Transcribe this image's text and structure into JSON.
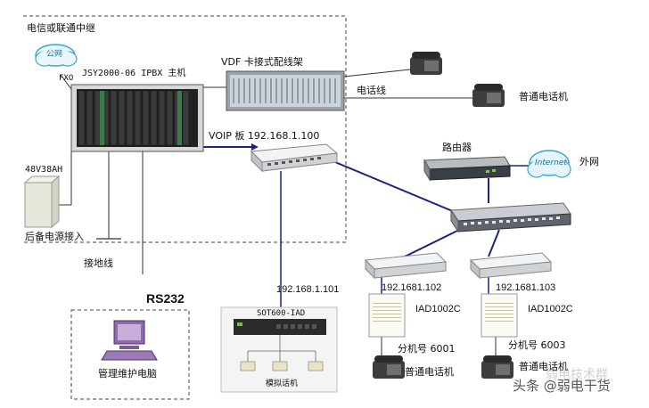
{
  "labels": {
    "trunk": "电信或联通中继",
    "pstn": "公网",
    "fxo": "FXO",
    "ipbx": "JSY2000-06 IPBX 主机",
    "vdf": "VDF 卡接式配线架",
    "phone_line": "电话线",
    "normal_phone_top": "普通电话机",
    "voip": "VOIP 板  192.168.1.100",
    "router": "路由器",
    "internet": "Internet",
    "wan": "外网",
    "battery": "48V38AH",
    "backup_power": "后备电源接入",
    "ground": "接地线",
    "rs232": "RS232",
    "mgmt_pc": "管理维护电脑",
    "ip_sot": "192.168.1.101",
    "sot_device": "SOT600-IAD",
    "analog_phone": "模拟话机",
    "ip_left": "192.1681.102",
    "ip_right": "192.1681.103",
    "iad_left": "IAD1002C",
    "iad_right": "IAD1002C",
    "ext_left": "分机号 6001",
    "ext_right": "分机号 6003",
    "phone_left": "普通电话机",
    "phone_right": "普通电话机",
    "watermark_faint": "弱电技术群",
    "watermark": "头条 @弱电干货"
  },
  "colors": {
    "link_blue": "#1a237e",
    "line_dark": "#333333",
    "dash": "#444444",
    "rack": "#2b2b2b",
    "switch_body": "#e8eaec"
  }
}
